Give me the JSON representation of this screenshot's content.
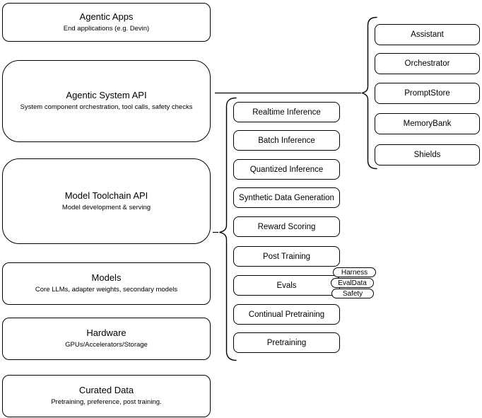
{
  "diagram": {
    "left_stack": [
      {
        "title": "Agentic Apps",
        "subtitle": "End applications (e.g. Devin)"
      },
      {
        "title": "Agentic System API",
        "subtitle": "System component orchestration, tool calls, safety checks"
      },
      {
        "title": "Model Toolchain API",
        "subtitle": "Model development & serving"
      },
      {
        "title": "Models",
        "subtitle": "Core LLMs, adapter weights, secondary models"
      },
      {
        "title": "Hardware",
        "subtitle": "GPUs/Accelerators/Storage"
      },
      {
        "title": "Curated Data",
        "subtitle": "Pretraining, preference, post training."
      }
    ],
    "toolchain_items": [
      "Realtime Inference",
      "Batch Inference",
      "Quantized Inference",
      "Synthetic Data Generation",
      "Reward Scoring",
      "Post Training",
      "Evals",
      "Continual Pretraining",
      "Pretraining"
    ],
    "evals_badges": [
      "Harness",
      "EvalData",
      "Safety"
    ],
    "agentic_items": [
      "Assistant",
      "Orchestrator",
      "PromptStore",
      "MemoryBank",
      "Shields"
    ],
    "colors": {
      "stroke": "#000000",
      "background": "#ffffff",
      "text": "#000000"
    }
  }
}
